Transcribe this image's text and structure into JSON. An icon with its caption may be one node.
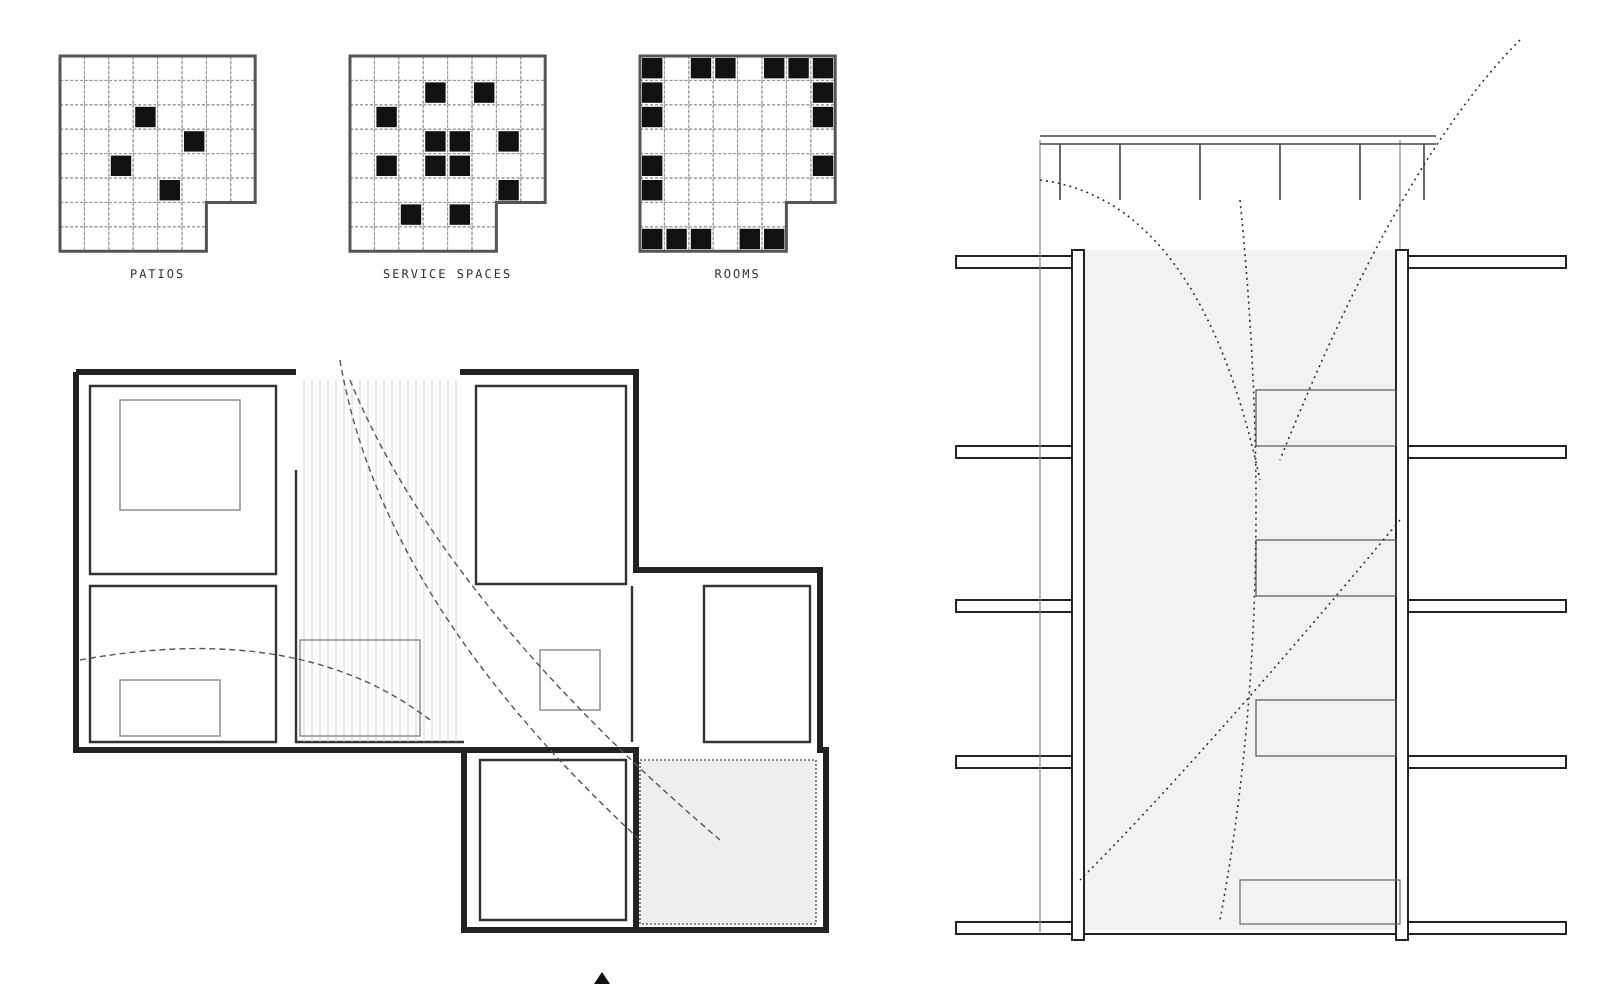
{
  "diagram": {
    "labels": [
      "PATIOS",
      "SERVICE SPACES",
      "ROOMS"
    ]
  }
}
